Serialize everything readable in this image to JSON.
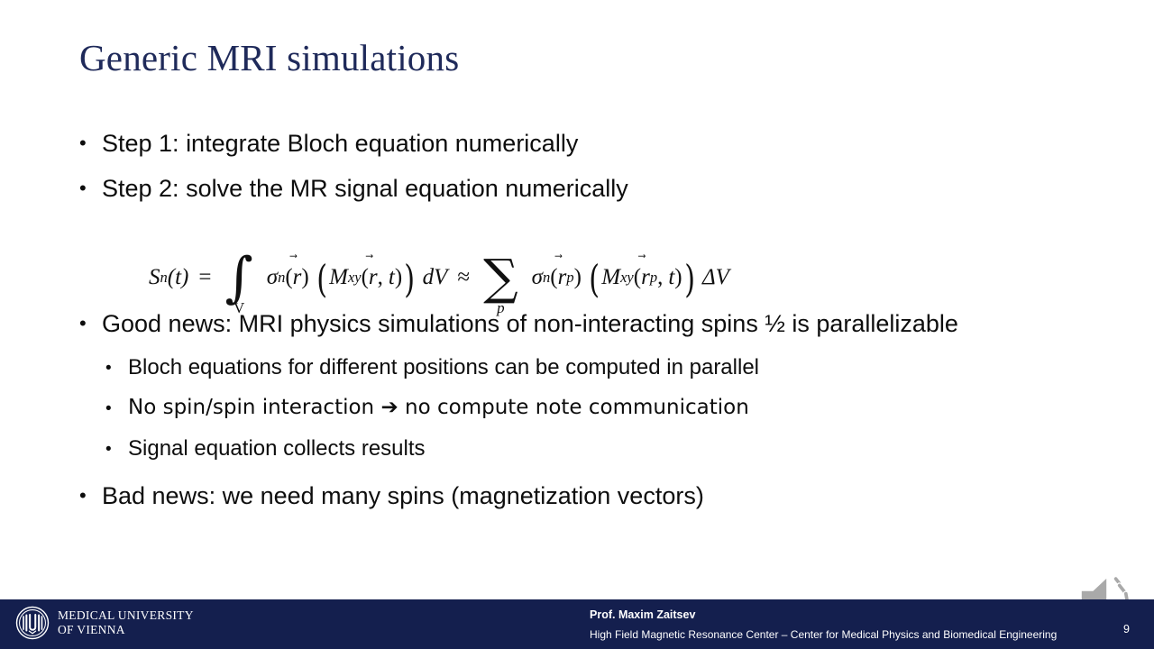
{
  "slide": {
    "title": "Generic MRI simulations",
    "title_color": "#1f2a5a",
    "background_color": "#ffffff",
    "bullets": [
      {
        "level": 1,
        "text": "Step 1: integrate Bloch equation numerically",
        "marker": "•"
      },
      {
        "level": 1,
        "text": "Step 2: solve the MR signal equation numerically",
        "marker": "•"
      },
      {
        "level": 1,
        "text": "Good news: MRI physics simulations of non-interacting spins ½ is parallelizable",
        "marker": "•"
      },
      {
        "level": 2,
        "text": "Bloch equations for different positions can be computed in parallel",
        "marker": "•"
      },
      {
        "level": 2,
        "text": "No spin/spin interaction ➔ no compute note communication",
        "marker": "•"
      },
      {
        "level": 2,
        "text": "Signal equation collects results",
        "marker": "•"
      },
      {
        "level": 1,
        "text": "Bad news: we need many spins (magnetization vectors)",
        "marker": "•"
      }
    ],
    "equation": {
      "plain_text": "S_n(t) = ∫_V σ_n(r⃗) ( M_xy(r⃗, t) ) dV ≈ Σ_p σ_n(r⃗_p) ( M_xy(r⃗_p, t) ) ΔV",
      "lhs_symbol": "S",
      "lhs_sub": "n",
      "lhs_arg": "(t)",
      "equals": "=",
      "integral_glyph": "∫",
      "integral_limit": "V",
      "sigma": "σ",
      "sigma_sub": "n",
      "vector_arrow": "⃗",
      "position_var": "r",
      "magnetization": "M",
      "magnetization_sub": "xy",
      "time_var": "t",
      "differential": "dV",
      "approx": "≈",
      "sum_glyph": "∑",
      "sum_index": "p",
      "delta_volume": "ΔV"
    }
  },
  "footer": {
    "background_color": "#141f4e",
    "logo_line1": "MEDICAL UNIVERSITY",
    "logo_line2": "OF VIENNA",
    "presenter_name": "Prof. Maxim Zaitsev",
    "presenter_affiliation": "High Field Magnetic Resonance Center – Center for Medical Physics and Biomedical Engineering",
    "page_number": "9"
  },
  "media": {
    "audio_icon_name": "speaker-audio-icon",
    "audio_icon_color": "#a9a9a9"
  }
}
